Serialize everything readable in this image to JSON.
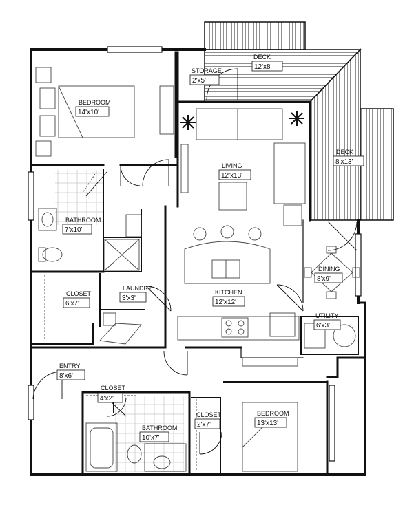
{
  "rooms": [
    {
      "id": "deck-top",
      "label": "DECK",
      "dims": "12'x8'"
    },
    {
      "id": "storage",
      "label": "STORAGE",
      "dims": "2'x5'"
    },
    {
      "id": "bedroom-1",
      "label": "BEDROOM",
      "dims": "14'x10'"
    },
    {
      "id": "deck-right",
      "label": "DECK",
      "dims": "8'x13'"
    },
    {
      "id": "living",
      "label": "LIVING",
      "dims": "12'x13'"
    },
    {
      "id": "bathroom-1",
      "label": "BATHROOM",
      "dims": "7'x10'"
    },
    {
      "id": "dining",
      "label": "DINING",
      "dims": "8'x9'"
    },
    {
      "id": "closet-1",
      "label": "CLOSET",
      "dims": "6'x7'"
    },
    {
      "id": "laundry",
      "label": "LAUNDRY",
      "dims": "3'x3'"
    },
    {
      "id": "kitchen",
      "label": "KITCHEN",
      "dims": "12'x12'"
    },
    {
      "id": "utility",
      "label": "UTILITY",
      "dims": "6'x3'"
    },
    {
      "id": "entry",
      "label": "ENTRY",
      "dims": "8'x6'"
    },
    {
      "id": "closet-2",
      "label": "CLOSET",
      "dims": "4'x2'"
    },
    {
      "id": "closet-3",
      "label": "CLOSET",
      "dims": "2'x7'"
    },
    {
      "id": "bedroom-2",
      "label": "BEDROOM",
      "dims": "13'x13'"
    },
    {
      "id": "bathroom-2",
      "label": "BATHROOM",
      "dims": "10'x7'"
    }
  ]
}
